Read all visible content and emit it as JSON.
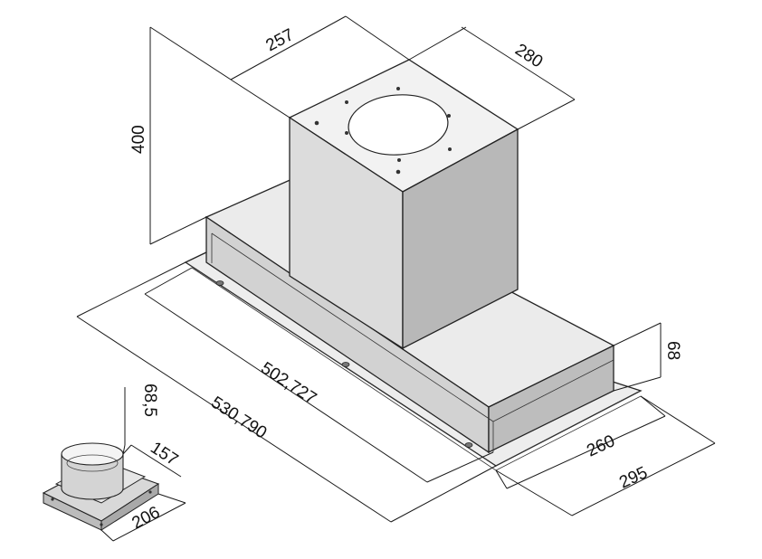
{
  "dimensions": {
    "chimney_width": "257",
    "chimney_depth": "280",
    "chimney_height": "400",
    "hood_inner_width": "502,727",
    "hood_outer_width": "530,790",
    "hood_height": "68",
    "hood_inner_depth": "260",
    "hood_outer_depth": "295",
    "adapter_height": "68,5",
    "adapter_diameter": "157",
    "adapter_base": "206"
  }
}
